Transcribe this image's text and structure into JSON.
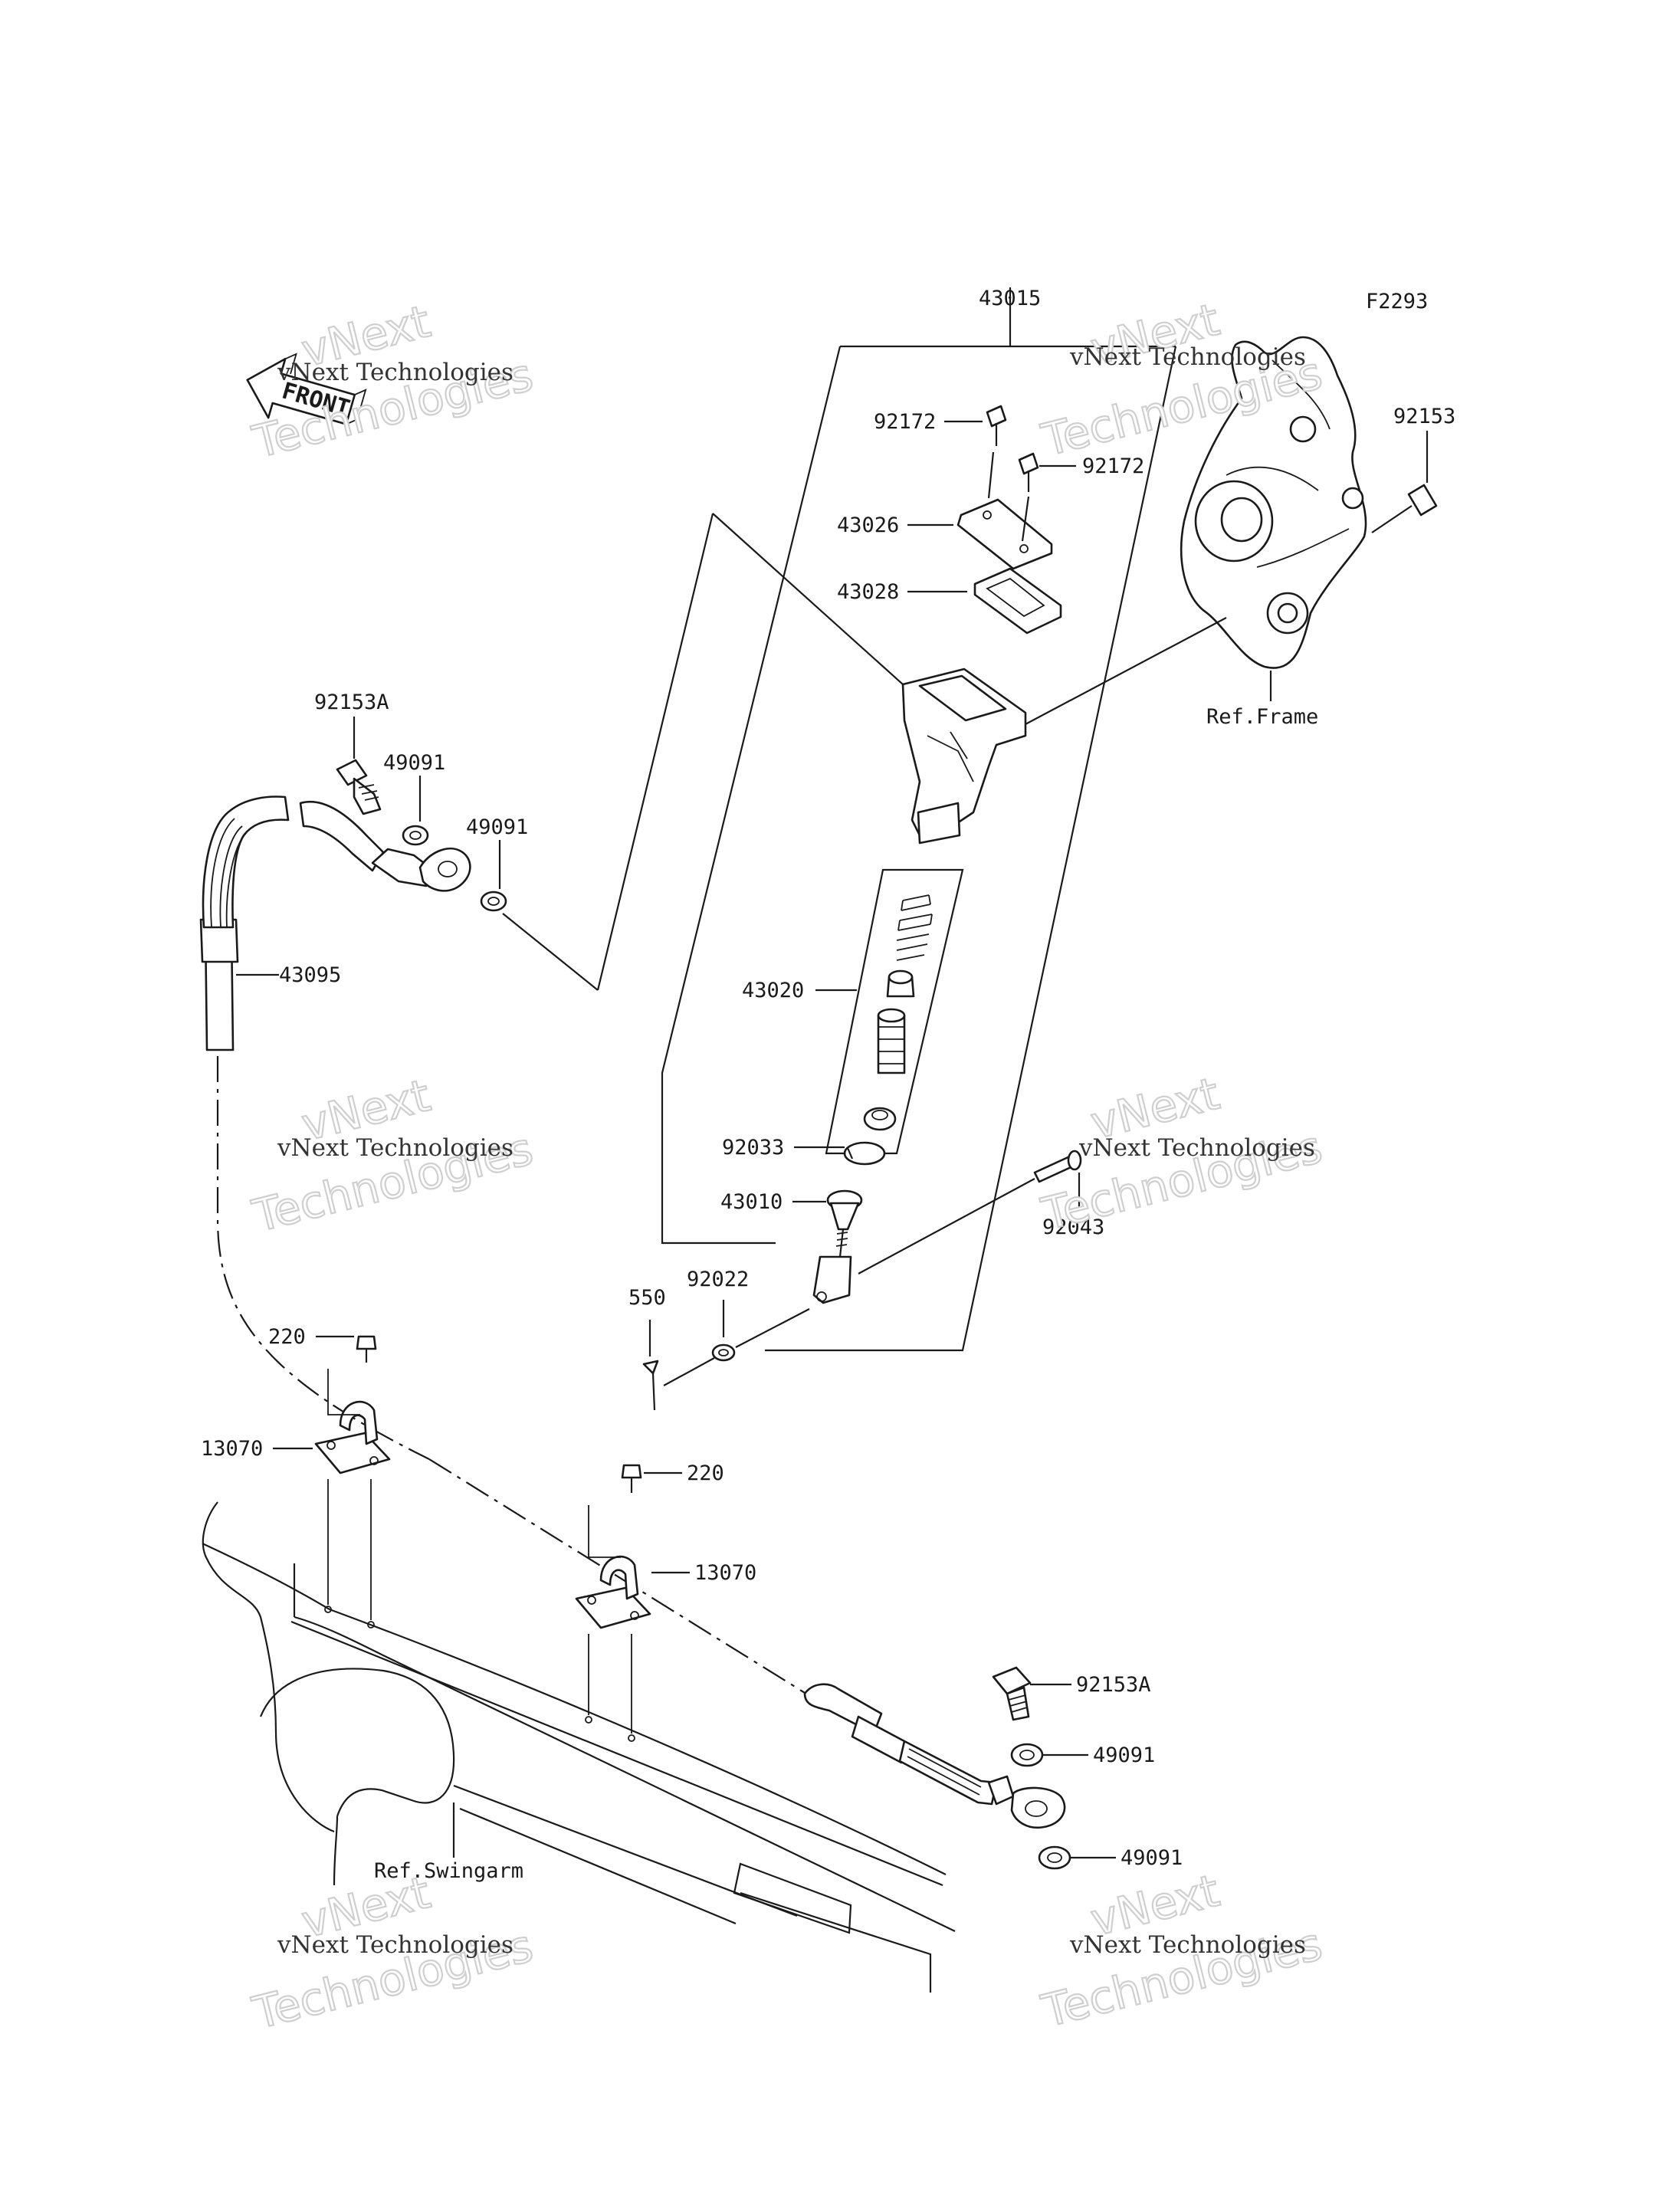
{
  "diagram_id": "F2293",
  "front_label": "FRONT",
  "watermark": {
    "title": "vNext Technologies",
    "brand": "vNext",
    "word": "Technologies"
  },
  "parts": {
    "p43015": "43015",
    "p92172a": "92172",
    "p92172b": "92172",
    "p92153": "92153",
    "p43026": "43026",
    "p43028": "43028",
    "p92153A_top": "92153A",
    "p49091_a": "49091",
    "p49091_b": "49091",
    "p43095": "43095",
    "p43020": "43020",
    "p92033": "92033",
    "p43010": "43010",
    "p92043": "92043",
    "p550": "550",
    "p92022": "92022",
    "p220_a": "220",
    "p220_b": "220",
    "p13070_a": "13070",
    "p13070_b": "13070",
    "p92153A_bottom": "92153A",
    "p49091_c": "49091",
    "p49091_d": "49091"
  },
  "refs": {
    "frame": "Ref.Frame",
    "swingarm": "Ref.Swingarm"
  }
}
